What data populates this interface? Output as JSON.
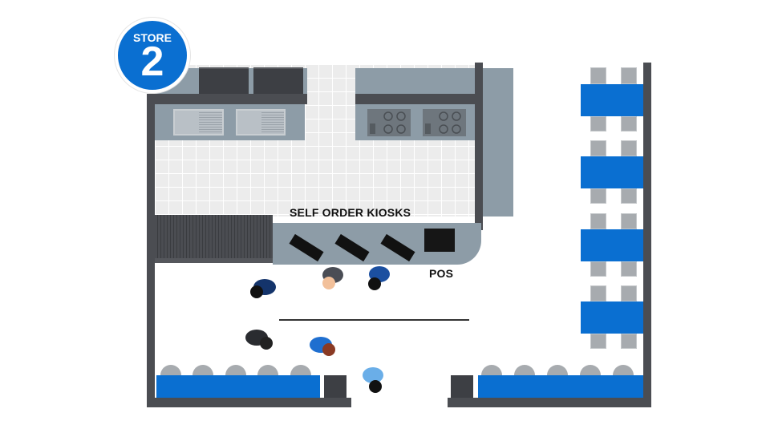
{
  "badge": {
    "label": "STORE",
    "number": "2"
  },
  "labels": {
    "kiosks": "SELF ORDER KIOSKS",
    "pos": "POS"
  },
  "colors": {
    "brand_blue": "#0a6fd1",
    "wall": "#4b4d52",
    "counter": "#8d9ca7",
    "floor": "#ececec"
  }
}
